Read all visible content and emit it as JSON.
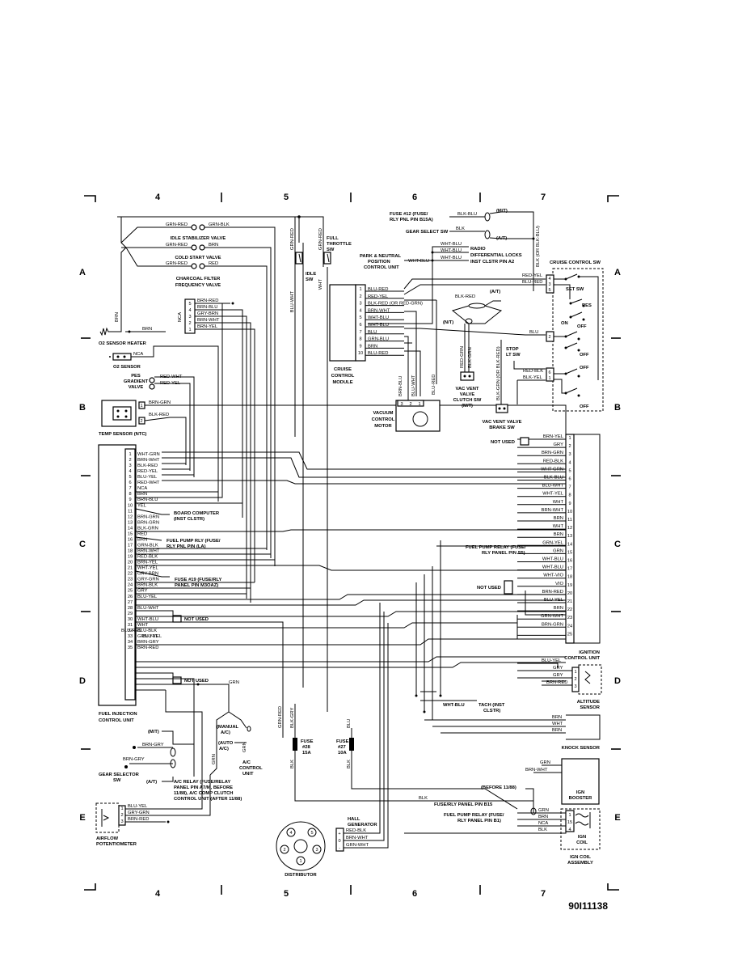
{
  "grid": {
    "columns": [
      "4",
      "5",
      "6",
      "7"
    ],
    "rows": [
      "A",
      "B",
      "C",
      "D",
      "E"
    ]
  },
  "document_number": "90I11138",
  "components": {
    "idle_stabilizer_valve": "IDLE STABILIZER VALVE",
    "cold_start_valve": "COLD START VALVE",
    "charcoal_filter_valve": [
      "CHARCOAL FILTER",
      "FREQUENCY VALVE"
    ],
    "idle_sw": [
      "IDLE",
      "SW"
    ],
    "full_throttle_sw": [
      "FULL",
      "THROTTLE",
      "SW"
    ],
    "o2_sensor_heater": "O2 SENSOR HEATER",
    "o2_sensor": "O2 SENSOR",
    "pes_gradient_valve": [
      "PES",
      "GRADIENT",
      "VALVE"
    ],
    "temp_sensor": "TEMP SENSOR (NTC)",
    "fuel_injection_control_unit": [
      "FUEL INJECTION",
      "CONTROL UNIT"
    ],
    "gear_selector_sw": [
      "GEAR SELECTOR",
      "SW"
    ],
    "ac_relay": [
      "A/C RELAY (FUSE/RELAY",
      "PANEL PIN A7/M, BEFORE",
      "11/88), A/C COMP CLUTCH",
      "CONTROL UNIT (AFTER 11/88)"
    ],
    "ac_control_unit": [
      "A/C",
      "CONTROL",
      "UNIT"
    ],
    "airflow_potentiometer": [
      "AIRFLOW",
      "POTENTIOMETER"
    ],
    "fuse_28": [
      "FUSE",
      "#28",
      "15A"
    ],
    "fuse_27": [
      "FUSE",
      "#27",
      "10A"
    ],
    "hall_generator": [
      "HALL",
      "GENERATOR"
    ],
    "distributor": "DISTRIBUTOR",
    "fuse_12": [
      "FUSE #12 (FUSE/",
      "RLY PNL PIN B15A)"
    ],
    "gear_select_sw": "GEAR SELECT SW",
    "park_neutral": [
      "PARK & NEUTRAL",
      "POSITION",
      "CONTROL UNIT"
    ],
    "radio_locks": [
      "RADIO",
      "DIFFERENTIAL LOCKS",
      "INST CLSTR PIN A2"
    ],
    "cruise_control_module": [
      "CRUISE",
      "CONTROL",
      "MODULE"
    ],
    "cruise_control_sw": "CRUISE CONTROL SW",
    "vacuum_control_motor": [
      "VACUUM",
      "CONTROL",
      "MOTOR"
    ],
    "vac_vent_valve_clutch": [
      "VAC VENT",
      "VALVE",
      "CLUTCH SW",
      "(M/T)"
    ],
    "vac_vent_valve_brake": [
      "VAC VENT VALVE",
      "BRAKE SW"
    ],
    "stop_lt_sw": [
      "STOP",
      "LT SW"
    ],
    "ignition_control_unit": [
      "IGNITION",
      "CONTROL UNIT"
    ],
    "altitude_sensor": [
      "ALTITUDE",
      "SENSOR"
    ],
    "knock_sensor": "KNOCK SENSOR",
    "ign_booster": [
      "IGN",
      "BOOSTER"
    ],
    "ign_coil": [
      "IGN",
      "COIL"
    ],
    "ign_coil_assembly": [
      "IGN COIL",
      "ASSEMBLY"
    ],
    "board_computer": [
      "BOARD COMPUTER",
      "(INST CLSTR)"
    ],
    "fuel_pump_rly_left": [
      "FUEL PUMP RLY (FUSE/",
      "RLY PNL PIN (LA)"
    ],
    "fuse_19": [
      "FUSE #19 (FUSE/RLY",
      "PANEL PIN M3OAZ)"
    ],
    "fuel_pump_relay_icu": [
      "FUEL PUMP RELAY (FUSE/",
      "RLY PANEL PIN S5)"
    ],
    "tach": [
      "TACH (INST",
      "CLSTR)"
    ],
    "fuse_rly_b15": "FUSE/RLY PANEL PIN B15",
    "before_1188": "(BEFORE 11/88)",
    "fuel_pump_relay_b1": [
      "FUEL PUMP RELAY (FUSE/",
      "RLY PANEL PIN B1)"
    ],
    "not_used": "NOT USED",
    "nca": "NCA",
    "manual_ac": [
      "(MANUAL",
      "A/C)"
    ],
    "auto_ac": [
      "(AUTO",
      "A/C)"
    ],
    "mt": "(M/T)",
    "at": "(A/T)",
    "set_sw": "SET SW",
    "res": "RES",
    "on": "ON",
    "off": "OFF",
    "nt": "(N/T)"
  },
  "top_wires": {
    "idle_stab": [
      "GRN-RED",
      "GRN-BLK"
    ],
    "cold_start": [
      "GRN-RED",
      "BRN"
    ],
    "charcoal": [
      "GRN-RED",
      "RED"
    ],
    "vertical": [
      "GRN-RED",
      "BLU-WHT",
      "GRN-RED",
      "WHT",
      "BRN"
    ],
    "nca_block": [
      "BRN-RED",
      "BRN-BLU",
      "GRY-BRN",
      "BRN-WHT",
      "BRN-YEL"
    ],
    "nca_block_pins": [
      "5",
      "4",
      "3",
      "2",
      "1"
    ],
    "pes": [
      "RED-WHT",
      "RED-YEL"
    ],
    "temp": [
      "BRN-GRN",
      "BLK-RED"
    ],
    "temp_pins": [
      "1",
      "2"
    ]
  },
  "ecu_pins": [
    {
      "pin": "1",
      "color": "WHT-GRN"
    },
    {
      "pin": "2",
      "color": "BRN-WHT"
    },
    {
      "pin": "3",
      "color": "BLK-RED"
    },
    {
      "pin": "4",
      "color": "RED-YEL"
    },
    {
      "pin": "5",
      "color": "BLU-YEL"
    },
    {
      "pin": "6",
      "color": "RED-WHT"
    },
    {
      "pin": "7",
      "color": "NCA"
    },
    {
      "pin": "8",
      "color": "BRN"
    },
    {
      "pin": "9",
      "color": "BRN-BLU"
    },
    {
      "pin": "10",
      "color": "YEL"
    },
    {
      "pin": "11",
      "color": ""
    },
    {
      "pin": "12",
      "color": "BRN-GRN"
    },
    {
      "pin": "13",
      "color": "BRN-GRN"
    },
    {
      "pin": "14",
      "color": "BLK-GRN"
    },
    {
      "pin": "15",
      "color": "RED"
    },
    {
      "pin": "16",
      "color": "BRN"
    },
    {
      "pin": "17",
      "color": "GRN-BLK"
    },
    {
      "pin": "18",
      "color": "BRN-WHT"
    },
    {
      "pin": "19",
      "color": "RED-BLK"
    },
    {
      "pin": "20",
      "color": "BRN-YEL"
    },
    {
      "pin": "21",
      "color": "WHT-YEL"
    },
    {
      "pin": "22",
      "color": "GRY-BRN"
    },
    {
      "pin": "23",
      "color": "GRY-GRN"
    },
    {
      "pin": "24",
      "color": "BRN-BLK"
    },
    {
      "pin": "25",
      "color": "GRY"
    },
    {
      "pin": "26",
      "color": "BLU-YEL"
    },
    {
      "pin": "27",
      "color": ""
    },
    {
      "pin": "28",
      "color": "BLU-WHT"
    },
    {
      "pin": "29",
      "color": ""
    },
    {
      "pin": "30",
      "color": "WHT-BLU"
    },
    {
      "pin": "31",
      "color": "WHT"
    },
    {
      "pin": "32",
      "color": "BLU-BLK"
    },
    {
      "pin": "33",
      "color": "GRN-YEL"
    },
    {
      "pin": "34",
      "color": "BRN-GRY"
    },
    {
      "pin": "35",
      "color": "BRN-RED"
    }
  ],
  "ecu_extra": [
    "BLU-RED",
    "BLU-YEL"
  ],
  "cruise_pins": [
    {
      "pin": "1",
      "color": "BLU-RED"
    },
    {
      "pin": "2",
      "color": "RED-YEL"
    },
    {
      "pin": "3",
      "color": "BLK-RED (OR RED-GRN)"
    },
    {
      "pin": "4",
      "color": "BRN-WHT"
    },
    {
      "pin": "5",
      "color": "WHT-BLU"
    },
    {
      "pin": "6",
      "color": "WHT-BLU"
    },
    {
      "pin": "7",
      "color": "BLU"
    },
    {
      "pin": "8",
      "color": "GRN-BLU"
    },
    {
      "pin": "9",
      "color": "BRN"
    },
    {
      "pin": "10",
      "color": "BLU-RED"
    }
  ],
  "cruise_sw_pins": [
    {
      "pin": "4",
      "color": "RED-YEL"
    },
    {
      "pin": "3",
      "color": "BLU-RED"
    },
    {
      "pin": "5",
      "color": ""
    },
    {
      "pin": "2",
      "color": "BLU"
    },
    {
      "pin": "6",
      "color": "RED-BLK"
    },
    {
      "pin": "1",
      "color": "BLK-YEL"
    }
  ],
  "cruise_misc": {
    "fuse12_wire": "BLK-BLU",
    "gear_wire": "BLK",
    "gear_vertical": "BLK (OR BLK-BLU)",
    "pn_wire": "WHT-BLU",
    "pn_wires": [
      "WHT-BLU",
      "WHT-BLU",
      "WHT-BLU"
    ],
    "at_loop": "BLK-RED",
    "vac_motor_pins": [
      "3",
      "2",
      "1"
    ],
    "vac_motor_wires": [
      "BRN-BLU",
      "BLU-WHT",
      "BLU-RED"
    ],
    "vac_clutch_wires": [
      "RED-GRN",
      "BLK-GRN"
    ],
    "brake_wire": "BLK-GRN (OR BLK-RED)"
  },
  "icu_pins": [
    {
      "pin": "1",
      "color": "BRN-YEL"
    },
    {
      "pin": "2",
      "color": "GRY"
    },
    {
      "pin": "3",
      "color": "BRN-GRN"
    },
    {
      "pin": "4",
      "color": "RED-BLK"
    },
    {
      "pin": "5",
      "color": "WHT-GRN"
    },
    {
      "pin": "6",
      "color": "BLK-BLU"
    },
    {
      "pin": "7",
      "color": "BLU-WHT"
    },
    {
      "pin": "8",
      "color": "WHT-YEL"
    },
    {
      "pin": "9",
      "color": "WHT"
    },
    {
      "pin": "10",
      "color": "BRN-WHT"
    },
    {
      "pin": "11",
      "color": "BRN"
    },
    {
      "pin": "12",
      "color": "WHT"
    },
    {
      "pin": "13",
      "color": "BRN"
    },
    {
      "pin": "14",
      "color": "GRN-YEL"
    },
    {
      "pin": "15",
      "color": "GRN"
    },
    {
      "pin": "16",
      "color": "WHT-BLU"
    },
    {
      "pin": "17",
      "color": "WHT-BLU"
    },
    {
      "pin": "18",
      "color": "WHT-VIO"
    },
    {
      "pin": "19",
      "color": "VIO"
    },
    {
      "pin": "20",
      "color": "BRN-RED"
    },
    {
      "pin": "21",
      "color": "BLU-YEL"
    },
    {
      "pin": "22",
      "color": "BRN"
    },
    {
      "pin": "23",
      "color": "GRN-WHT"
    },
    {
      "pin": "24",
      "color": "BRN-GRN"
    },
    {
      "pin": "25",
      "color": ""
    }
  ],
  "icu_extra": [
    "BLU-YEL"
  ],
  "altitude": {
    "wires": [
      "GRY",
      "GRY",
      "BRN-RED"
    ],
    "pins": [
      "1",
      "2",
      "3"
    ]
  },
  "knock_wires": [
    "BRN",
    "WHT",
    "BRN"
  ],
  "lower_left": {
    "gear": [
      "BRN-GRY",
      "BRN-GRY"
    ],
    "grn": [
      "GRN",
      "GRN"
    ],
    "airflow": [
      "BLU-YEL",
      "GRY-GRN",
      "BRN-RED"
    ],
    "airflow_pins": [
      "1",
      "2",
      "3"
    ],
    "fuse_wires": [
      "GRN-RED",
      "BLK-GRY",
      "BLU",
      "BLK",
      "BLK"
    ]
  },
  "hall_wires": [
    "RED-BLK",
    "BRN-WHT",
    "GRN-WHT"
  ],
  "hall_pins": [
    "+",
    "0",
    "-"
  ],
  "dist_numbers": [
    "1",
    "2",
    "3",
    "4",
    "5"
  ],
  "coil": {
    "wires": [
      "GRN",
      "BRN-WHT",
      "BRN",
      "GRN",
      "NCA",
      "BLK",
      "BLK"
    ],
    "pins": [
      "1",
      "15",
      "4"
    ]
  }
}
